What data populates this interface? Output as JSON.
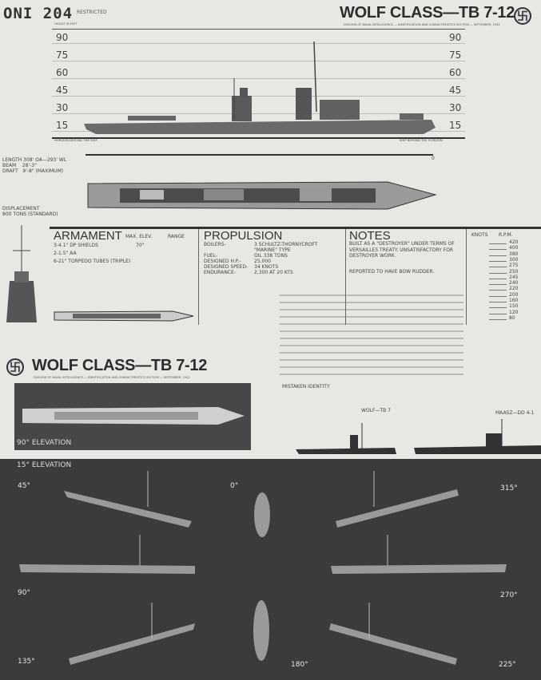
{
  "header": {
    "doc_id": "ONI 204",
    "classification": "RESTRICTED",
    "title": "WOLF CLASS—TB 7-12",
    "subtitle": "DIVISION OF NAVAL INTELLIGENCE — IDENTIFICATION AND CHARACTERISTICS SECTION — SEPTEMBER, 1942",
    "scale_caption": "HEIGHT IN FEET",
    "emblem": "swastika-emblem"
  },
  "profile": {
    "scale_marks": [
      "90",
      "75",
      "60",
      "45",
      "30",
      "15"
    ],
    "left_caption": "HORIZON BEYOND THE SHIP",
    "right_caption": "SHIP BEYOND THE HORIZON",
    "zero": "0"
  },
  "dimensions": {
    "length": "LENGTH 308' OA—293' WL",
    "beam": "BEAM    28'-3\"",
    "draft": "DRAFT   9'-8\" (MAXIMUM)",
    "displacement_label": "DISPLACEMENT",
    "displacement_value": "800 TONS (STANDARD)"
  },
  "armament": {
    "heading": "ARMAMENT",
    "col_elev": "MAX. ELEV.",
    "col_range": "RANGE",
    "items": [
      "3-4.1\" DP SHIELDS",
      "2-1.5\" AA",
      "6-21\" TORPEDO TUBES (TRIPLE)"
    ],
    "elev": "70°"
  },
  "propulsion": {
    "heading": "PROPULSION",
    "rows": [
      [
        "BOILERS-",
        "3 SCHULTZ-THORNYCROFT"
      ],
      [
        "",
        "\"MARINE\" TYPE"
      ],
      [
        "FUEL-",
        "OIL 338 TONS"
      ],
      [
        "DESIGNED H.P.-",
        "25,000"
      ],
      [
        "DESIGNED SPEED-",
        "34 KNOTS"
      ],
      [
        "ENDURANCE-",
        "2,300 AT 20 KTS"
      ]
    ]
  },
  "notes": {
    "heading": "NOTES",
    "lines": [
      "BUILT AS A \"DESTROYER\" UNDER TERMS OF VERSAILLES TREATY. UNSATISFACTORY FOR DESTROYER WORK.",
      "REPORTED TO HAVE BOW RUDDER."
    ]
  },
  "speed_table": {
    "col_knots": "KNOTS",
    "col_rpm": "R.P.M.",
    "rpm": [
      "420",
      "400",
      "380",
      "300",
      "275",
      "250",
      "245",
      "240",
      "220",
      "200",
      "160",
      "150",
      "120",
      "80"
    ]
  },
  "photo_page": {
    "title": "WOLF CLASS—TB 7-12",
    "subtitle": "DIVISION OF NAVAL INTELLIGENCE — IDENTIFICATION AND CHARACTERISTICS SECTION — SEPTEMBER, 1942",
    "elev90": "90° ELEVATION",
    "elev15": "15° ELEVATION",
    "mistaken_heading": "MISTAKEN IDENTITY",
    "ship_a": "WOLF—TB 7",
    "ship_b": "MAASZ—DD 4-1",
    "angles": [
      "45°",
      "0°",
      "315°",
      "90°",
      "270°",
      "135°",
      "180°",
      "225°"
    ]
  }
}
